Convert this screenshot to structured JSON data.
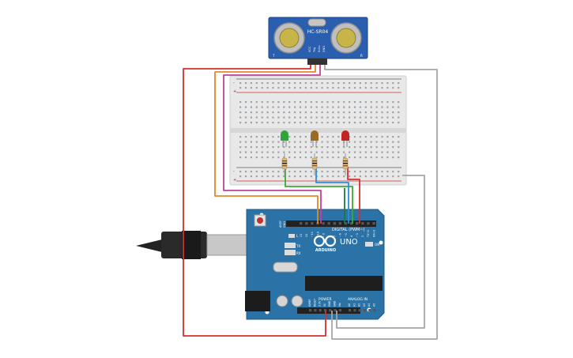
{
  "canvas": {
    "background": "#ffffff"
  },
  "sensor": {
    "model_label": "HC-SR04",
    "pin_labels": [
      "VCC",
      "Trig",
      "Echo",
      "GND"
    ],
    "side_labels": [
      "T",
      "R"
    ],
    "board_color": "#2a5fb0"
  },
  "breadboard": {
    "rail_plus": "+",
    "rail_minus": "-",
    "color": "#e8e8e8"
  },
  "leds": [
    {
      "name": "green",
      "color": "#2fa63a"
    },
    {
      "name": "yellow",
      "color": "#9c6b1f"
    },
    {
      "name": "red",
      "color": "#c42323"
    }
  ],
  "arduino": {
    "brand_label": "ARDUINO",
    "model_label": "UNO",
    "digital_label": "DIGITAL (PWM~)",
    "power_label": "POWER",
    "analog_label": "ANALOG IN",
    "tx_label": "TX",
    "rx_label": "RX",
    "on_label": "ON",
    "aref_label": "AREF",
    "gnd_label": "GND",
    "l_label": "L",
    "digital_pins": [
      "13",
      "12",
      "~11",
      "~10",
      "~9",
      "8",
      "7",
      "~6",
      "~5",
      "4",
      "~3",
      "2",
      "TX→1",
      "RX←0"
    ],
    "power_pins": [
      "IOREF",
      "RESET",
      "3.3V",
      "5V",
      "GND",
      "GND",
      "Vin"
    ],
    "analog_pins": [
      "A0",
      "A1",
      "A2",
      "A3",
      "A4",
      "A5"
    ],
    "board_color": "#2b73a6"
  },
  "wire_colors": {
    "red": "#d0312d",
    "orange": "#e8852b",
    "magenta": "#c2409a",
    "gray": "#a5a5a5",
    "green": "#3aaa35",
    "blue": "#2b8fd6",
    "darkgreen": "#1e7a3a",
    "black": "#2a2a2a"
  }
}
